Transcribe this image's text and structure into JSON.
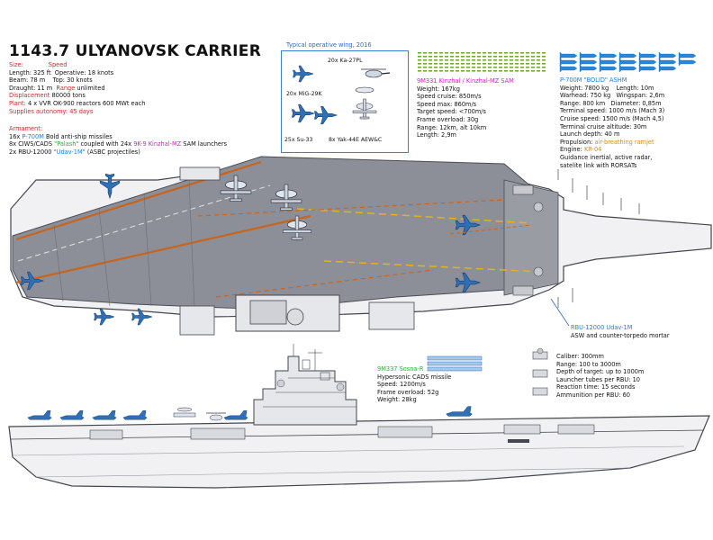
{
  "title": "1143.7 ULYANOVSK CARRIER",
  "specs": {
    "size_label": "Size:",
    "speed_label": "Speed",
    "length": "Length: 325 ft",
    "operative": "Operative: 18 knots",
    "beam": "Beam: 78 m",
    "top": "Top: 30 knots",
    "draught": "Draught: 11 m",
    "range_label": "Range",
    "range_value": "unlimited",
    "displacement_label": "Displacement",
    "displacement_value": "80000 tons",
    "plant_label": "Plant:",
    "plant_value": "4 x VVR OK-900 reactors 600 MWt each",
    "autonomy": "Supplies autonomy: 45 days"
  },
  "armament": {
    "heading": "Armament:",
    "line1_pre": "16x",
    "line1_hl": "P-700M",
    "line1_post": "Bold anti-ship missiles",
    "line2_pre": "8x CIWS/CADS",
    "line2_hl": "\"Palash\"",
    "line2_mid": "coupled with 24x",
    "line2_hl2": "9K-9 Kinzhal-MZ",
    "line2_post": "SAM launchers",
    "line3_pre": "2x RBU-12000",
    "line3_hl": "\"Udav-1M\"",
    "line3_post": "(ASBC projectiles)"
  },
  "wing": {
    "title": "Typical operative wing, 2016",
    "ka": "20x Ka-27PL",
    "mig": "20x MiG-29K",
    "su": "25x Su-33",
    "yak": "8x Yak-44E AEW&C"
  },
  "kinzhal": {
    "title": "9M331 Kinzhal / Kinzhal-MZ SAM",
    "weight": "Weight: 167kg",
    "speed_cruise": "Speed cruise: 850m/s",
    "speed_max": "Speed max: 860m/s",
    "target_speed": "Target speed: <700m/s",
    "overload": "Frame overload: 30g",
    "range": "Range: 12km, alt 10km",
    "length": "Length: 2,9m"
  },
  "granit": {
    "title": "P-700M \"BOLID\" ASHM",
    "weight": "Weight: 7800 kg",
    "length": "Length: 10m",
    "warhead": "Warhead: 750 kg",
    "wingspan": "Wingspan: 2,6m",
    "range": "Range: 800 km",
    "diameter": "Diameter: 0,85m",
    "terminal_speed": "Terminal speed: 1000 m/s (Mach 3)",
    "cruise_speed": "Cruise speed: 1500 m/s (Mach 4,5)",
    "terminal_altitude": "Terminal cruise altitude: 30m",
    "launch_depth": "Launch depth: 40 m",
    "propulsion_label": "Propulsion:",
    "propulsion_value": "air-breathing ramjet",
    "engine_label": "Engine:",
    "engine_value": "KR-04",
    "guidance1": "Guidance inertial, active radar,",
    "guidance2": "satelite link with RORSATs"
  },
  "rbu": {
    "title": "RBU-12000 Udav-1M",
    "subtitle": "ASW and counter-torpedo mortar",
    "caliber": "Caliber: 300mm",
    "range": "Range: 100 to 3000m",
    "depth": "Depth of target: up to 1000m",
    "tubes": "Launcher tubes per RBU: 10",
    "reaction": "Reaction time: 15 seconds",
    "ammo": "Ammunition per RBU: 60"
  },
  "palash": {
    "title": "9M337 Sosna-R",
    "subtitle": "Hypersonic CADS missile",
    "speed": "Speed: 1200m/s",
    "overload": "Frame overload: 52g",
    "weight": "Weight: 28kg"
  },
  "colors": {
    "deck": "#8d8f98",
    "deck_edge": "#4a4c55",
    "hull": "#f1f1f3",
    "line_orange": "#c8651c",
    "line_yellow": "#e3b21c",
    "label_blue": "#2a6cc8",
    "missile_green": "#6cae32",
    "missile_blue": "#2a86d8"
  },
  "icons": [
    "helicopter-icon",
    "fighter-jet-icon",
    "awacs-icon",
    "missile-icon",
    "radar-icon"
  ]
}
